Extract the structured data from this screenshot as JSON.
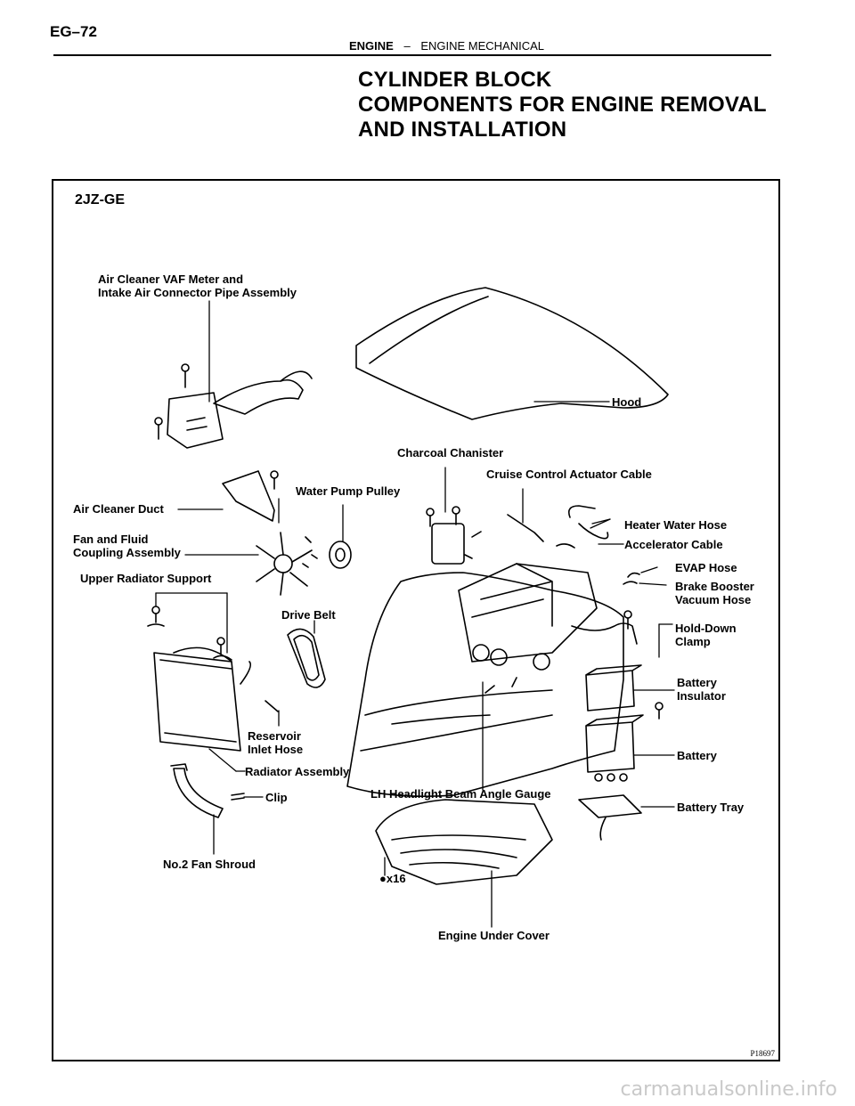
{
  "header": {
    "page_number": "EG–72",
    "section": "ENGINE",
    "separator": "–",
    "subsection": "ENGINE MECHANICAL"
  },
  "title": {
    "line1": "CYLINDER BLOCK",
    "line2": "COMPONENTS FOR ENGINE REMOVAL",
    "line3": "AND INSTALLATION"
  },
  "figure": {
    "engine_code": "2JZ-GE",
    "figure_id": "P18697",
    "labels": {
      "air_cleaner_1": "Air Cleaner VAF Meter and",
      "air_cleaner_2": "Intake Air Connector Pipe Assembly",
      "hood": "Hood",
      "charcoal": "Charcoal Chanister",
      "cruise": "Cruise Control Actuator Cable",
      "air_duct": "Air Cleaner Duct",
      "water_pump": "Water Pump Pulley",
      "fan_1": "Fan and Fluid",
      "fan_2": "Coupling Assembly",
      "heater": "Heater Water Hose",
      "accel": "Accelerator Cable",
      "evap": "EVAP Hose",
      "brake_1": "Brake Booster",
      "brake_2": "Vacuum Hose",
      "upper_rad": "Upper Radiator Support",
      "drive_belt": "Drive Belt",
      "hold_1": "Hold-Down",
      "hold_2": "Clamp",
      "batt_ins_1": "Battery",
      "batt_ins_2": "Insulator",
      "reservoir_1": "Reservoir",
      "reservoir_2": "Inlet Hose",
      "battery": "Battery",
      "radiator": "Radiator Assembly",
      "clip": "Clip",
      "lh_gauge": "LH Headlight Beam Angle Gauge",
      "tray": "Battery Tray",
      "shroud": "No.2 Fan Shroud",
      "bolts": "x16",
      "under_cover": "Engine Under Cover"
    }
  },
  "watermark": "carmanualsonline.info"
}
